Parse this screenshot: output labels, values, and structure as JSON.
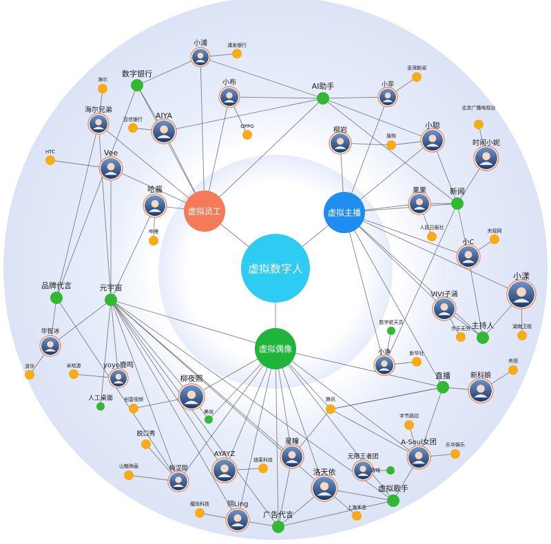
{
  "center": {
    "label": "虚拟数字人",
    "color": "#2ecbf2"
  },
  "categories": [
    {
      "id": "employee",
      "label": "虚拟员工",
      "color": "#f47b5a"
    },
    {
      "id": "anchor",
      "label": "虚拟主播",
      "color": "#1f8cf0"
    },
    {
      "id": "idol",
      "label": "虚拟偶像",
      "color": "#1fb53a"
    }
  ],
  "colors": {
    "green": "#34b833",
    "orange": "#f7ab18",
    "edge": "#6b6b6b",
    "avatar_ring": "#f0885a"
  },
  "nodes": {
    "xiaopu": {
      "label": "小浦",
      "kind": "avatar"
    },
    "pufa": {
      "label": "浦发银行",
      "kind": "orange"
    },
    "xiaobu": {
      "label": "小布",
      "kind": "avatar"
    },
    "shuzi_bank": {
      "label": "数字银行",
      "kind": "green"
    },
    "haier": {
      "label": "海尔",
      "kind": "orange"
    },
    "haier_bro": {
      "label": "海尔兄弟",
      "kind": "avatar"
    },
    "baixin": {
      "label": "百信银行",
      "kind": "orange"
    },
    "aiya": {
      "label": "AIYA",
      "kind": "avatar"
    },
    "oppo": {
      "label": "OPPO",
      "kind": "orange"
    },
    "ai_assist": {
      "label": "AI助手",
      "kind": "green"
    },
    "htc": {
      "label": "HTC",
      "kind": "orange"
    },
    "vee": {
      "label": "Vee",
      "kind": "avatar"
    },
    "haqiang": {
      "label": "哈酱",
      "kind": "avatar"
    },
    "bilibili": {
      "label": "哔哩",
      "kind": "orange"
    },
    "pinpai": {
      "label": "品牌代言",
      "kind": "green"
    },
    "yuanyuzhou": {
      "label": "元宇宙",
      "kind": "green"
    },
    "xiaofei": {
      "label": "小菲",
      "kind": "avatar"
    },
    "pengpai": {
      "label": "澎湃新闻",
      "kind": "orange"
    },
    "liuyan": {
      "label": "柳岩",
      "kind": "avatar"
    },
    "sougou": {
      "label": "搜狗",
      "kind": "orange"
    },
    "xiaocong": {
      "label": "小聪",
      "kind": "avatar"
    },
    "beijing_radio": {
      "label": "北京广播电视台",
      "kind": "orange"
    },
    "shijian": {
      "label": "时间小妮",
      "kind": "avatar"
    },
    "guoguo": {
      "label": "果果",
      "kind": "avatar"
    },
    "xinwen": {
      "label": "新闻",
      "kind": "green"
    },
    "renmin": {
      "label": "人民日报社",
      "kind": "orange"
    },
    "yangshiwang": {
      "label": "央视网",
      "kind": "orange"
    },
    "xiaoc": {
      "label": "小C",
      "kind": "avatar"
    },
    "xiaoyang": {
      "label": "小漾",
      "kind": "avatar"
    },
    "vivi": {
      "label": "VIVI子涵",
      "kind": "avatar"
    },
    "hunan": {
      "label": "湖南卫视",
      "kind": "orange"
    },
    "zhuchiren": {
      "label": "主持人",
      "kind": "green"
    },
    "qile": {
      "label": "齐乐无穷",
      "kind": "orange"
    },
    "shuzihang": {
      "label": "数字航天员",
      "kind": "green"
    },
    "xiaozheng": {
      "label": "小诤",
      "kind": "avatar"
    },
    "xinhua": {
      "label": "新华社",
      "kind": "orange"
    },
    "yangshi": {
      "label": "央视",
      "kind": "orange"
    },
    "xinkeniang": {
      "label": "新科娘",
      "kind": "avatar"
    },
    "zhibo": {
      "label": "直播",
      "kind": "green"
    },
    "huazhibing": {
      "label": "华智冰",
      "kind": "avatar"
    },
    "qinghua": {
      "label": "清华",
      "kind": "orange"
    },
    "midiyou": {
      "label": "米哈游",
      "kind": "orange"
    },
    "yoyo": {
      "label": "yoyo鹿鸣",
      "kind": "avatar"
    },
    "rengong": {
      "label": "人工桌面",
      "kind": "green"
    },
    "chuangyi": {
      "label": "创壹视频",
      "kind": "orange"
    },
    "liuyexi": {
      "label": "柳夜熙",
      "kind": "avatar"
    },
    "meizhuang": {
      "label": "美妆",
      "kind": "green"
    },
    "tengxun": {
      "label": "腾讯",
      "kind": "orange"
    },
    "zijie": {
      "label": "字节跳动",
      "kind": "orange"
    },
    "asoul": {
      "label": "A-Soul女团",
      "kind": "avatar"
    },
    "lehua": {
      "label": "乐华娱乐",
      "kind": "orange"
    },
    "tuokouxiu": {
      "label": "脱口秀",
      "kind": "orange"
    },
    "shanhai": {
      "label": "山魁映画",
      "kind": "orange"
    },
    "meiquetian": {
      "label": "梅涩甜",
      "kind": "avatar"
    },
    "ayayz": {
      "label": "AYAYZ",
      "kind": "avatar"
    },
    "suimai": {
      "label": "燧麦科技",
      "kind": "orange"
    },
    "xingtong": {
      "label": "星瞳",
      "kind": "avatar"
    },
    "wuxian": {
      "label": "无限王者团",
      "kind": "avatar"
    },
    "youxi": {
      "label": "游戏",
      "kind": "green"
    },
    "luotianyi": {
      "label": "洛天依",
      "kind": "avatar"
    },
    "xuni_singer": {
      "label": "虚拟歌手",
      "kind": "green"
    },
    "mofa": {
      "label": "魔珐科技",
      "kind": "orange"
    },
    "lingling": {
      "label": "翎Ling",
      "kind": "avatar"
    },
    "guanggao": {
      "label": "广告代言",
      "kind": "green"
    },
    "shanghai": {
      "label": "上海禾念",
      "kind": "orange"
    }
  }
}
